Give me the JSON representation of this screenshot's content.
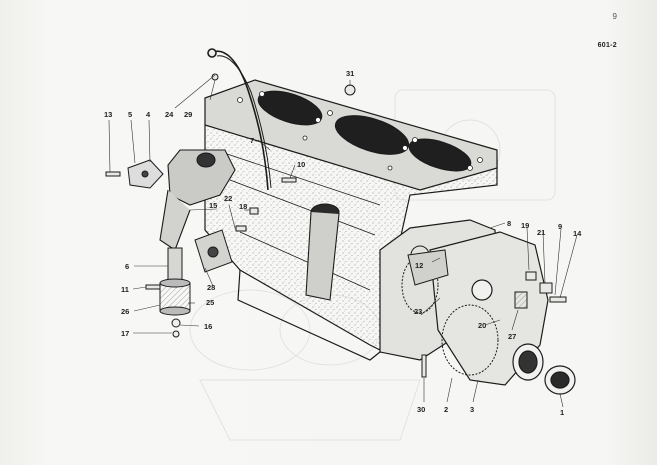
{
  "page": {
    "number": "9",
    "reference_code": "601-2"
  },
  "callouts": [
    {
      "id": "c1",
      "label": "1"
    },
    {
      "id": "c2",
      "label": "2"
    },
    {
      "id": "c3",
      "label": "3"
    },
    {
      "id": "c4",
      "label": "4"
    },
    {
      "id": "c5",
      "label": "5"
    },
    {
      "id": "c6",
      "label": "6"
    },
    {
      "id": "c7",
      "label": "7"
    },
    {
      "id": "c8",
      "label": "8"
    },
    {
      "id": "c9",
      "label": "9"
    },
    {
      "id": "c10",
      "label": "10"
    },
    {
      "id": "c11",
      "label": "11"
    },
    {
      "id": "c12",
      "label": "12"
    },
    {
      "id": "c13",
      "label": "13"
    },
    {
      "id": "c14",
      "label": "14"
    },
    {
      "id": "c15",
      "label": "15"
    },
    {
      "id": "c16",
      "label": "16"
    },
    {
      "id": "c17",
      "label": "17"
    },
    {
      "id": "c18",
      "label": "18"
    },
    {
      "id": "c19",
      "label": "19"
    },
    {
      "id": "c20",
      "label": "20"
    },
    {
      "id": "c21",
      "label": "21"
    },
    {
      "id": "c22",
      "label": "22"
    },
    {
      "id": "c23",
      "label": "23"
    },
    {
      "id": "c24",
      "label": "24"
    },
    {
      "id": "c25",
      "label": "25"
    },
    {
      "id": "c26",
      "label": "26"
    },
    {
      "id": "c27",
      "label": "27"
    },
    {
      "id": "c28",
      "label": "28"
    },
    {
      "id": "c29",
      "label": "29"
    },
    {
      "id": "c30",
      "label": "30"
    },
    {
      "id": "c31",
      "label": "31"
    }
  ]
}
